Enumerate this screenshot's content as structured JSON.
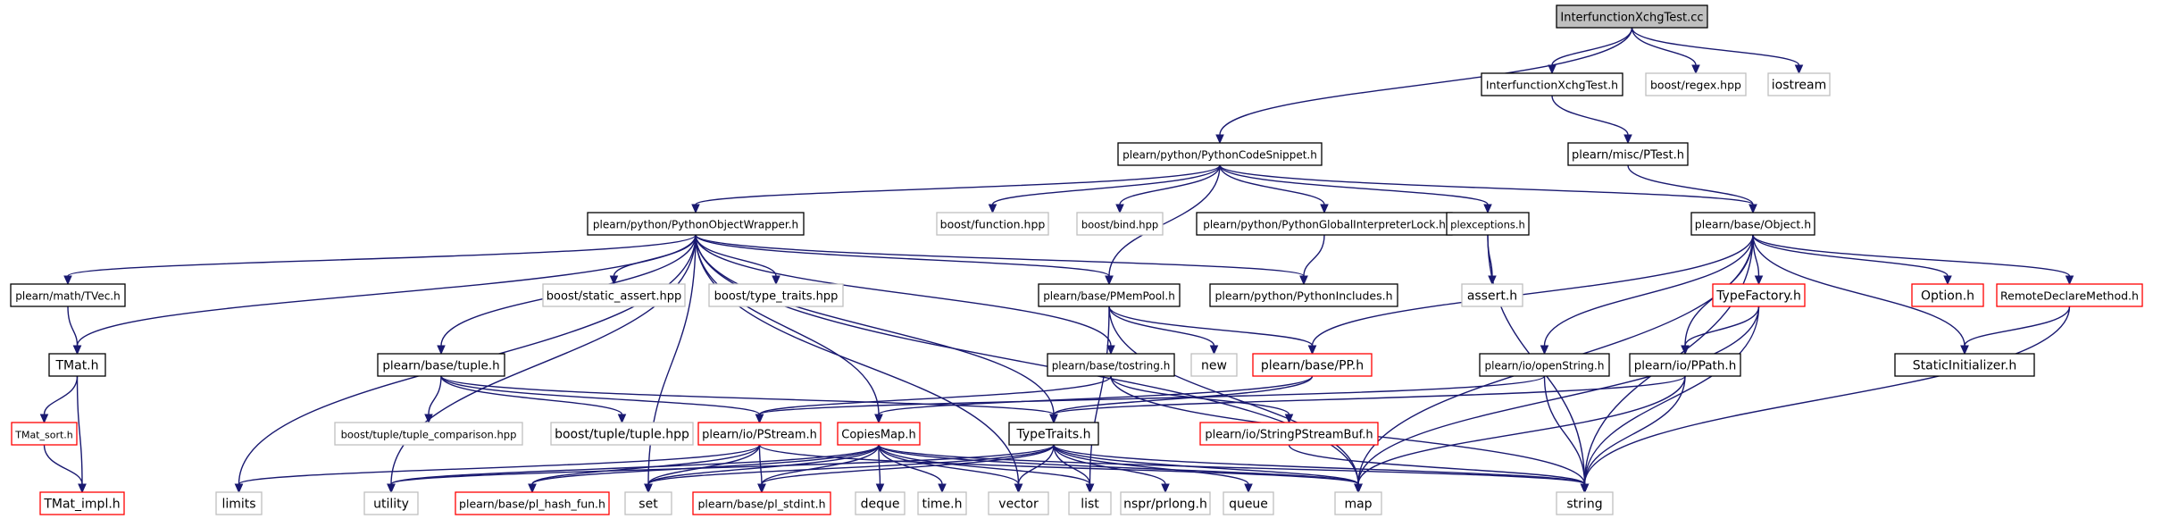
{
  "colors": {
    "edge": "#191970",
    "normal_border": "#000000",
    "truncated_border": "#ff0000",
    "external_border": "#bfbfbf",
    "root_fill": "#bfbfbf",
    "fill": "#ffffff"
  },
  "nodes": [
    {
      "id": "root",
      "label": "InterfunctionXchgTest.cc",
      "kind": "root"
    },
    {
      "id": "ixt_h",
      "label": "InterfunctionXchgTest.h",
      "kind": "normal"
    },
    {
      "id": "regex",
      "label": "boost/regex.hpp",
      "kind": "external"
    },
    {
      "id": "iostream",
      "label": "iostream",
      "kind": "external"
    },
    {
      "id": "ptest",
      "label": "plearn/misc/PTest.h",
      "kind": "normal"
    },
    {
      "id": "pcs",
      "label": "plearn/python/PythonCodeSnippet.h",
      "kind": "normal"
    },
    {
      "id": "pow",
      "label": "plearn/python/PythonObjectWrapper.h",
      "kind": "normal"
    },
    {
      "id": "bfunc",
      "label": "boost/function.hpp",
      "kind": "external"
    },
    {
      "id": "bbind",
      "label": "boost/bind.hpp",
      "kind": "external"
    },
    {
      "id": "pgil",
      "label": "plearn/python/PythonGlobalInterpreterLock.h",
      "kind": "normal"
    },
    {
      "id": "plexc",
      "label": "plexceptions.h",
      "kind": "normal"
    },
    {
      "id": "object",
      "label": "plearn/base/Object.h",
      "kind": "normal"
    },
    {
      "id": "tvec",
      "label": "plearn/math/TVec.h",
      "kind": "normal"
    },
    {
      "id": "bsa",
      "label": "boost/static_assert.hpp",
      "kind": "external"
    },
    {
      "id": "btt",
      "label": "boost/type_traits.hpp",
      "kind": "external"
    },
    {
      "id": "pmempool",
      "label": "plearn/base/PMemPool.h",
      "kind": "normal"
    },
    {
      "id": "pyinc",
      "label": "plearn/python/PythonIncludes.h",
      "kind": "normal"
    },
    {
      "id": "asserth",
      "label": "assert.h",
      "kind": "external"
    },
    {
      "id": "typefactory",
      "label": "TypeFactory.h",
      "kind": "truncated"
    },
    {
      "id": "option",
      "label": "Option.h",
      "kind": "truncated"
    },
    {
      "id": "rdm",
      "label": "RemoteDeclareMethod.h",
      "kind": "truncated"
    },
    {
      "id": "tmat",
      "label": "TMat.h",
      "kind": "normal"
    },
    {
      "id": "tuple",
      "label": "plearn/base/tuple.h",
      "kind": "normal"
    },
    {
      "id": "tostring",
      "label": "plearn/base/tostring.h",
      "kind": "normal"
    },
    {
      "id": "new",
      "label": "new",
      "kind": "external"
    },
    {
      "id": "pp",
      "label": "plearn/base/PP.h",
      "kind": "truncated"
    },
    {
      "id": "openstring",
      "label": "plearn/io/openString.h",
      "kind": "normal"
    },
    {
      "id": "ppath",
      "label": "plearn/io/PPath.h",
      "kind": "normal"
    },
    {
      "id": "staticinit",
      "label": "StaticInitializer.h",
      "kind": "normal"
    },
    {
      "id": "tmatsort",
      "label": "TMat_sort.h",
      "kind": "truncated"
    },
    {
      "id": "btcomp",
      "label": "boost/tuple/tuple_comparison.hpp",
      "kind": "external"
    },
    {
      "id": "btuple",
      "label": "boost/tuple/tuple.hpp",
      "kind": "external"
    },
    {
      "id": "pstream",
      "label": "plearn/io/PStream.h",
      "kind": "truncated"
    },
    {
      "id": "copiesmap",
      "label": "CopiesMap.h",
      "kind": "truncated"
    },
    {
      "id": "typetraits",
      "label": "TypeTraits.h",
      "kind": "normal"
    },
    {
      "id": "spsb",
      "label": "plearn/io/StringPStreamBuf.h",
      "kind": "truncated"
    },
    {
      "id": "tmatimpl",
      "label": "TMat_impl.h",
      "kind": "truncated"
    },
    {
      "id": "limits",
      "label": "limits",
      "kind": "external"
    },
    {
      "id": "utility",
      "label": "utility",
      "kind": "external"
    },
    {
      "id": "hashfun",
      "label": "plearn/base/pl_hash_fun.h",
      "kind": "truncated"
    },
    {
      "id": "set",
      "label": "set",
      "kind": "external"
    },
    {
      "id": "stdint",
      "label": "plearn/base/pl_stdint.h",
      "kind": "truncated"
    },
    {
      "id": "deque",
      "label": "deque",
      "kind": "external"
    },
    {
      "id": "timeh",
      "label": "time.h",
      "kind": "external"
    },
    {
      "id": "vector",
      "label": "vector",
      "kind": "external"
    },
    {
      "id": "list",
      "label": "list",
      "kind": "external"
    },
    {
      "id": "prlong",
      "label": "nspr/prlong.h",
      "kind": "external"
    },
    {
      "id": "queue",
      "label": "queue",
      "kind": "external"
    },
    {
      "id": "map",
      "label": "map",
      "kind": "external"
    },
    {
      "id": "string",
      "label": "string",
      "kind": "external"
    }
  ],
  "edges": [
    [
      "root",
      "ixt_h"
    ],
    [
      "root",
      "regex"
    ],
    [
      "root",
      "iostream"
    ],
    [
      "root",
      "pcs"
    ],
    [
      "ixt_h",
      "ptest"
    ],
    [
      "ptest",
      "object"
    ],
    [
      "pcs",
      "pow"
    ],
    [
      "pcs",
      "bfunc"
    ],
    [
      "pcs",
      "bbind"
    ],
    [
      "pcs",
      "pgil"
    ],
    [
      "pcs",
      "plexc"
    ],
    [
      "pcs",
      "object"
    ],
    [
      "pcs",
      "pmempool"
    ],
    [
      "pgil",
      "pyinc"
    ],
    [
      "plexc",
      "asserth"
    ],
    [
      "plexc",
      "string"
    ],
    [
      "pow",
      "tvec"
    ],
    [
      "pow",
      "tmat"
    ],
    [
      "pow",
      "bsa"
    ],
    [
      "pow",
      "btt"
    ],
    [
      "pow",
      "pmempool"
    ],
    [
      "pow",
      "pyinc"
    ],
    [
      "pow",
      "tuple"
    ],
    [
      "pow",
      "tostring"
    ],
    [
      "pow",
      "copiesmap"
    ],
    [
      "pow",
      "typetraits"
    ],
    [
      "pow",
      "limits"
    ],
    [
      "pow",
      "utility"
    ],
    [
      "pow",
      "set"
    ],
    [
      "pow",
      "vector"
    ],
    [
      "pow",
      "map"
    ],
    [
      "tvec",
      "tmat"
    ],
    [
      "tmat",
      "tmatsort"
    ],
    [
      "tmat",
      "tmatimpl"
    ],
    [
      "tmatsort",
      "tmatimpl"
    ],
    [
      "tuple",
      "btcomp"
    ],
    [
      "tuple",
      "btuple"
    ],
    [
      "tuple",
      "pstream"
    ],
    [
      "tuple",
      "typetraits"
    ],
    [
      "tostring",
      "pstream"
    ],
    [
      "tostring",
      "spsb"
    ],
    [
      "tostring",
      "string"
    ],
    [
      "pmempool",
      "new"
    ],
    [
      "pmempool",
      "pp"
    ],
    [
      "pmempool",
      "list"
    ],
    [
      "pmempool",
      "map"
    ],
    [
      "pp",
      "copiesmap"
    ],
    [
      "pp",
      "typetraits"
    ],
    [
      "object",
      "pp"
    ],
    [
      "object",
      "typefactory"
    ],
    [
      "object",
      "option"
    ],
    [
      "object",
      "rdm"
    ],
    [
      "object",
      "openstring"
    ],
    [
      "object",
      "ppath"
    ],
    [
      "object",
      "staticinit"
    ],
    [
      "object",
      "map"
    ],
    [
      "object",
      "string"
    ],
    [
      "typefactory",
      "ppath"
    ],
    [
      "typefactory",
      "map"
    ],
    [
      "typefactory",
      "string"
    ],
    [
      "rdm",
      "staticinit"
    ],
    [
      "rdm",
      "string"
    ],
    [
      "openstring",
      "pstream"
    ],
    [
      "openstring",
      "string"
    ],
    [
      "ppath",
      "typetraits"
    ],
    [
      "ppath",
      "map"
    ],
    [
      "ppath",
      "string"
    ],
    [
      "spsb",
      "string"
    ],
    [
      "pstream",
      "limits"
    ],
    [
      "pstream",
      "hashfun"
    ],
    [
      "pstream",
      "set"
    ],
    [
      "pstream",
      "stdint"
    ],
    [
      "pstream",
      "map"
    ],
    [
      "copiesmap",
      "set"
    ],
    [
      "copiesmap",
      "hashfun"
    ],
    [
      "copiesmap",
      "stdint"
    ],
    [
      "copiesmap",
      "deque"
    ],
    [
      "copiesmap",
      "timeh"
    ],
    [
      "copiesmap",
      "vector"
    ],
    [
      "copiesmap",
      "list"
    ],
    [
      "copiesmap",
      "map"
    ],
    [
      "copiesmap",
      "string"
    ],
    [
      "copiesmap",
      "utility"
    ],
    [
      "typetraits",
      "utility"
    ],
    [
      "typetraits",
      "set"
    ],
    [
      "typetraits",
      "vector"
    ],
    [
      "typetraits",
      "list"
    ],
    [
      "typetraits",
      "prlong"
    ],
    [
      "typetraits",
      "queue"
    ],
    [
      "typetraits",
      "map"
    ],
    [
      "typetraits",
      "string"
    ],
    [
      "typetraits",
      "stdint"
    ]
  ]
}
